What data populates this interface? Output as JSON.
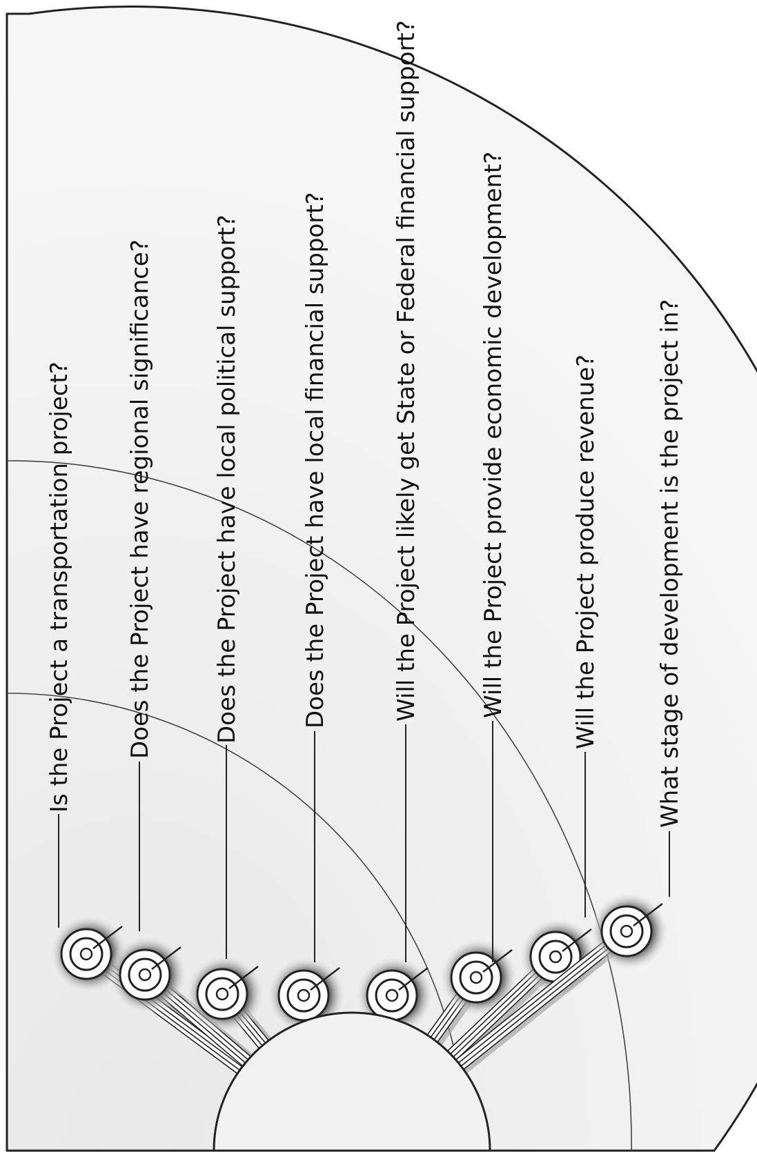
{
  "questions": [
    "Is the Project a transportation project?",
    "Does the Project have regional significance?",
    "Does the Project have local political support?",
    "Does the Project have local financial support?",
    "Will the Project likely get State or Federal financial support?",
    "Will the Project provide economic development?",
    "Will the Project produce revenue?",
    "What stage of development is the project in?"
  ],
  "colors": {
    "ink": "#111111",
    "line": "#222222",
    "background": "#ffffff",
    "shading": "#8a8a8a"
  }
}
